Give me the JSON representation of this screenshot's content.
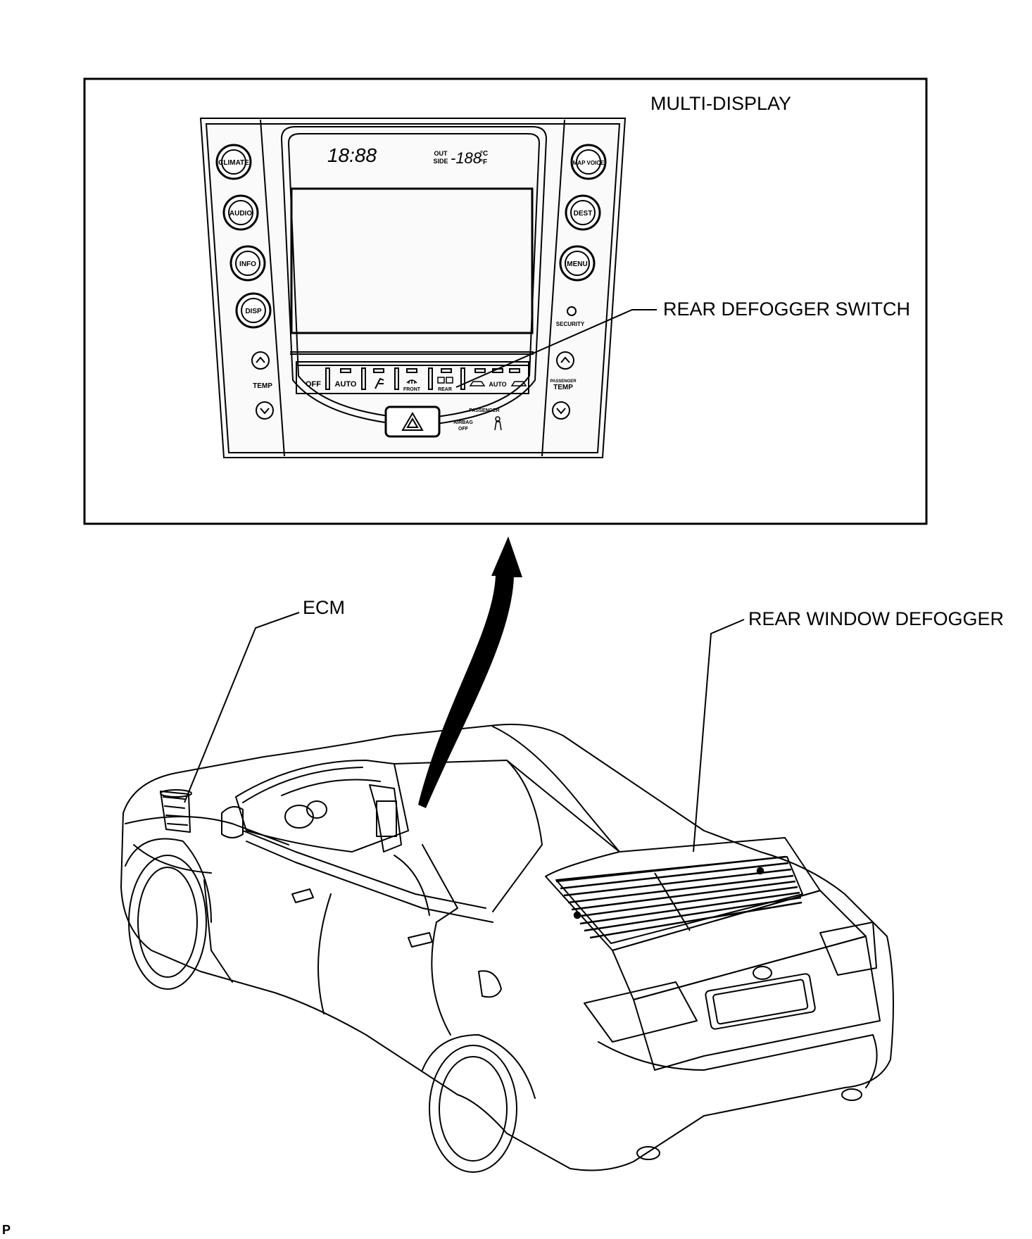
{
  "labels": {
    "multi_display": "MULTI-DISPLAY",
    "rear_defogger_switch": "REAR DEFOGGER SWITCH",
    "ecm": "ECM",
    "rear_window_defogger": "REAR WINDOW DEFOGGER",
    "corner_code": "P"
  },
  "panel": {
    "left_buttons": [
      "CLIMATE",
      "AUDIO",
      "INFO",
      "DISP"
    ],
    "right_buttons": [
      "MAP VOICE",
      "DEST",
      "MENU"
    ],
    "security": "SECURITY",
    "temp_left": "TEMP",
    "temp_right_top": "PASSENGER",
    "temp_right": "TEMP",
    "clock": "18:88",
    "outside_label_1": "OUT",
    "outside_label_2": "SIDE",
    "outside_value": "-188",
    "unit_c": "°C",
    "unit_f": "°F",
    "climate_keys": [
      "OFF",
      "AUTO",
      "",
      "FRONT",
      "REAR",
      "AUTO"
    ],
    "passenger": "PASSENGER",
    "airbag": "AIRBAG",
    "airbag_off": "OFF"
  },
  "colors": {
    "line": "#000000",
    "background": "#ffffff",
    "panel_fill": "#f2f2f2"
  }
}
